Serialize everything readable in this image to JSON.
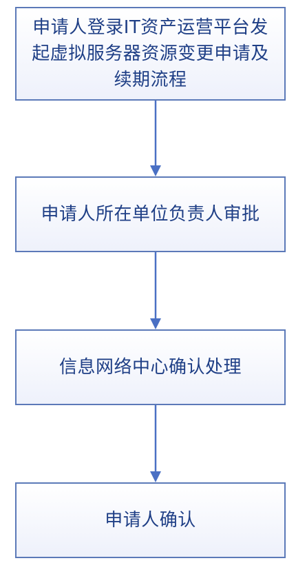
{
  "flowchart": {
    "steps": [
      {
        "label": "申请人登录IT资产运营平台发起虚拟服务器资源变更申请及续期流程"
      },
      {
        "label": "申请人所在单位负责人审批"
      },
      {
        "label": "信息网络中心确认处理"
      },
      {
        "label": "申请人确认"
      }
    ]
  },
  "colors": {
    "box_border": "#5b79b8",
    "box_fill_top": "#ffffff",
    "box_fill_bottom": "#eef1fb",
    "text": "#1f3f86",
    "arrow": "#4a70c4"
  }
}
